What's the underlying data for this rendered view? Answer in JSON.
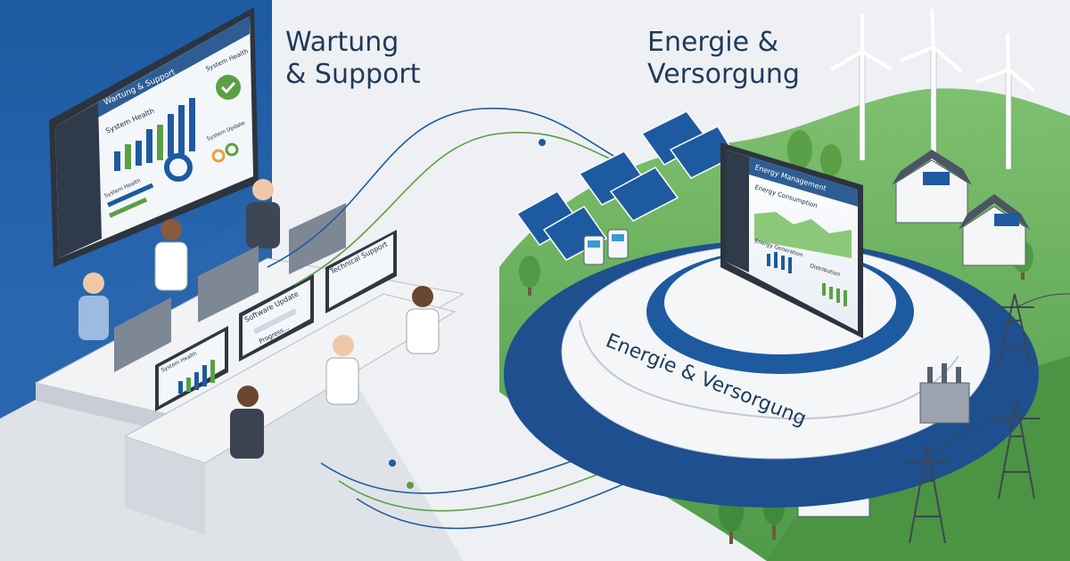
{
  "headings": {
    "left": "Wartung\n& Support",
    "right": "Energie &\nVersorgung"
  },
  "left_wall_screen": {
    "window_title": "Wartung & Support",
    "panel_1_title": "System Health",
    "panel_2_title": "System Health",
    "panel_3_label": "System Update",
    "panel_4_title": "System Health"
  },
  "desk_monitors": {
    "technical_support": "Technical Support",
    "software_update": "Software Update",
    "progress": "Progress...",
    "system_health": "System Health"
  },
  "energy_screen": {
    "title": "Energy Management",
    "consumption": "Energy Consumption",
    "generation": "Energy Generation",
    "distribution": "Distribution"
  },
  "platform_ring_label": "Energie & Versorgung",
  "colors": {
    "navy": "#1f3a5a",
    "blue": "#1e5aa0",
    "green": "#5aa046",
    "light_green": "#8cc878",
    "grey": "#eef0f3"
  }
}
